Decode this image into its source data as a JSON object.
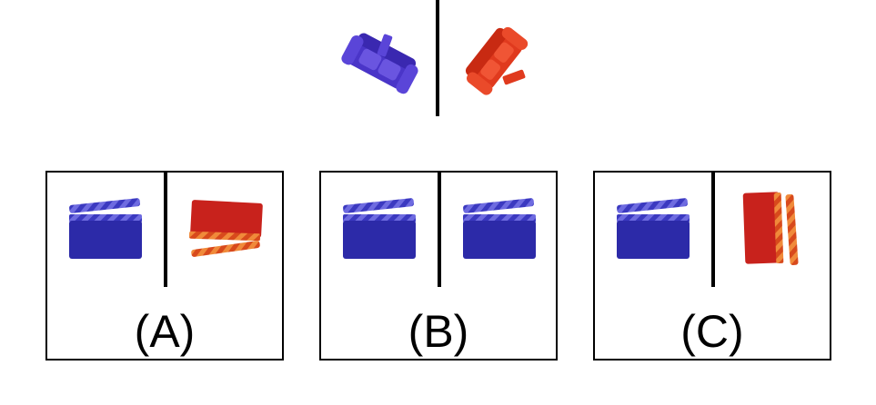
{
  "prompt": {
    "left_object": {
      "icon": "sofa-icon",
      "color": "#4a35c8"
    },
    "right_object": {
      "icon": "sofa-icon",
      "color": "#e03a1e"
    }
  },
  "options": [
    {
      "label": "(A)",
      "left": {
        "icon": "clapperboard-icon",
        "color": "#2c2aa8",
        "state": "upright"
      },
      "right": {
        "icon": "clapperboard-icon",
        "color": "#c8221c",
        "state": "flipped"
      }
    },
    {
      "label": "(B)",
      "left": {
        "icon": "clapperboard-icon",
        "color": "#2c2aa8",
        "state": "upright"
      },
      "right": {
        "icon": "clapperboard-icon",
        "color": "#2c2aa8",
        "state": "upright"
      }
    },
    {
      "label": "(C)",
      "left": {
        "icon": "clapperboard-icon",
        "color": "#2c2aa8",
        "state": "upright"
      },
      "right": {
        "icon": "clapperboard-icon",
        "color": "#c8221c",
        "state": "rotated"
      }
    }
  ]
}
